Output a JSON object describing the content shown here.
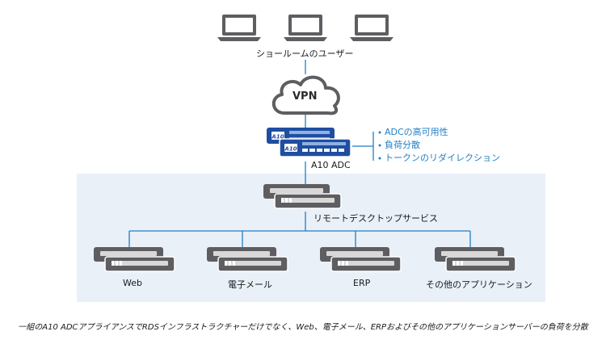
{
  "nodes": {
    "showroom_users": "ショールームのユーザー",
    "vpn": "VPN",
    "adc": "A10 ADC",
    "remote_desktop": "リモートデスクトップサービス",
    "web": "Web",
    "email": "電子メール",
    "erp": "ERP",
    "other_apps": "その他のアプリケーション"
  },
  "adc_logo": "A10",
  "features": [
    "ADCの高可用性",
    "負荷分散",
    "トークンのリダイレクション"
  ],
  "caption": "一組のA10 ADCアプライアンスでRDSインフラストラクチャーだけでなく、Web、電子メール、ERPおよびその他のアプリケーションサーバーの負荷を分散",
  "colors": {
    "line": "#1f7fc4",
    "panel": "#e9f0f8",
    "device_dark": "#5e5e62",
    "adc_blue": "#1f4ea1",
    "feature_text": "#1f7fc4"
  }
}
